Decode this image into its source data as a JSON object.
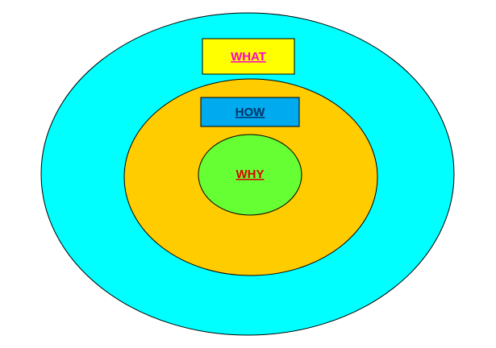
{
  "diagram": {
    "outer": {
      "label": "WHAT",
      "fill": "#00FFFF",
      "box_fill": "#FFFF00",
      "label_color": "#FF00CC"
    },
    "middle": {
      "label": "HOW",
      "fill": "#FFCC00",
      "box_fill": "#00AAEE",
      "label_color": "#003366"
    },
    "inner": {
      "label": "WHY",
      "fill": "#66FF33",
      "label_color": "#DD0000"
    }
  }
}
